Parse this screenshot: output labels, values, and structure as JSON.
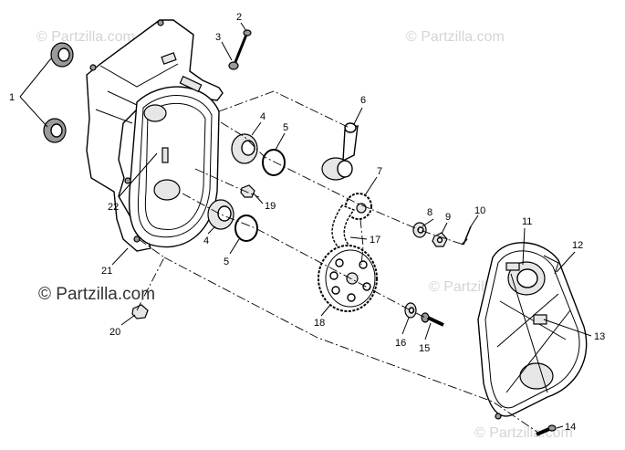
{
  "watermarks": {
    "top_left": "© Partzilla.com",
    "top_right": "© Partzilla.com",
    "main": "© Partzilla.com",
    "right_mid": "© Partzilla.com",
    "bottom_right": "© Partzilla.com"
  },
  "callouts": {
    "c1": "1",
    "c2": "2",
    "c3": "3",
    "c4a": "4",
    "c4b": "4",
    "c5a": "5",
    "c5b": "5",
    "c6": "6",
    "c7": "7",
    "c8": "8",
    "c9": "9",
    "c10": "10",
    "c11": "11",
    "c12": "12",
    "c13": "13",
    "c14": "14",
    "c15": "15",
    "c16": "16",
    "c17": "17",
    "c18": "18",
    "c19": "19",
    "c20": "20",
    "c21": "21",
    "c22": "22"
  },
  "colors": {
    "line": "#000000",
    "watermark": "#d4d4d4",
    "background": "#ffffff"
  }
}
